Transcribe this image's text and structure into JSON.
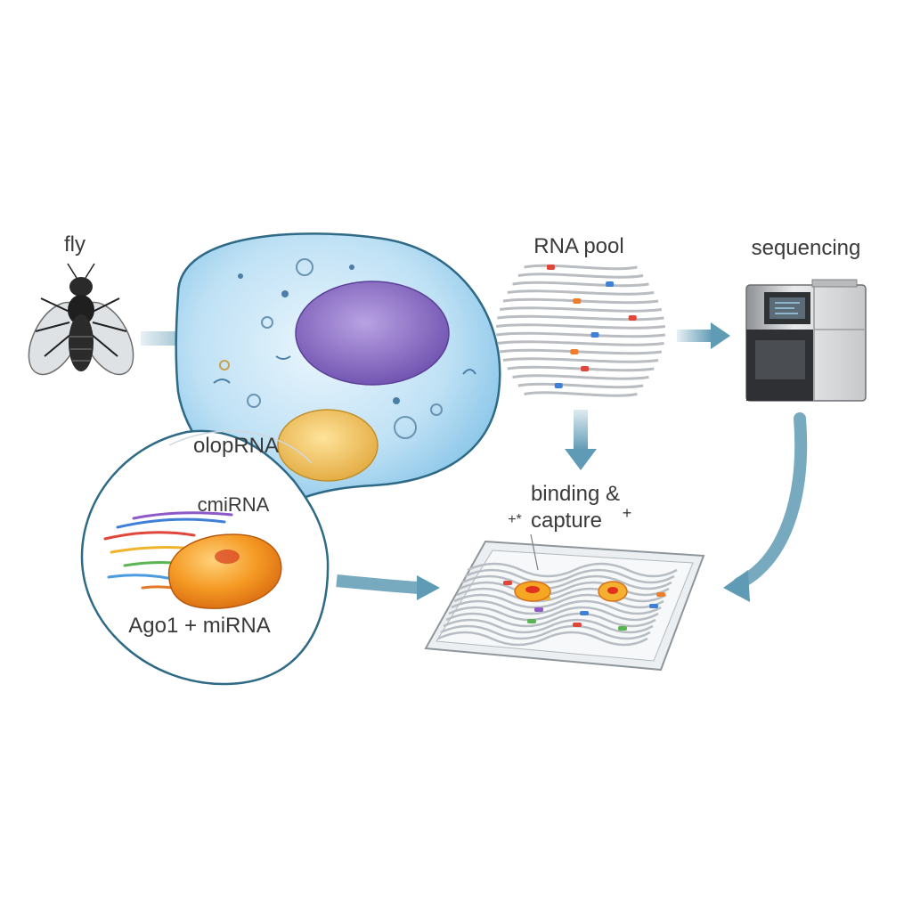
{
  "labels": {
    "fly": "fly",
    "rna_pool": "RNA pool",
    "sequencing": "sequencing",
    "binding_line1": "binding &",
    "binding_line2": "capture",
    "binding_marks_left": "+*",
    "binding_marks_right": "+",
    "cell_callout": "olopRNA",
    "mirna_label": "cmiRNA",
    "ago_label": "Ago1 + miRNA"
  },
  "colors": {
    "arrow": "#5f9bb4",
    "cell_fill": "#bfe1f5",
    "cell_outline": "#2e6a86",
    "nucleus": "#8a6cc4",
    "organelle": "#f2c25a",
    "ago_protein": "#f28a1a",
    "strand": "#b9bcc0",
    "machine_body": "#d9dadb",
    "tray": "#eceff1"
  },
  "icons": {
    "fly": "fly-icon",
    "sequencer": "sequencer-machine-icon",
    "rna_pool": "rna-strand-cluster",
    "capture_tray": "capture-tray",
    "ago_protein": "ago-protein-blob"
  }
}
